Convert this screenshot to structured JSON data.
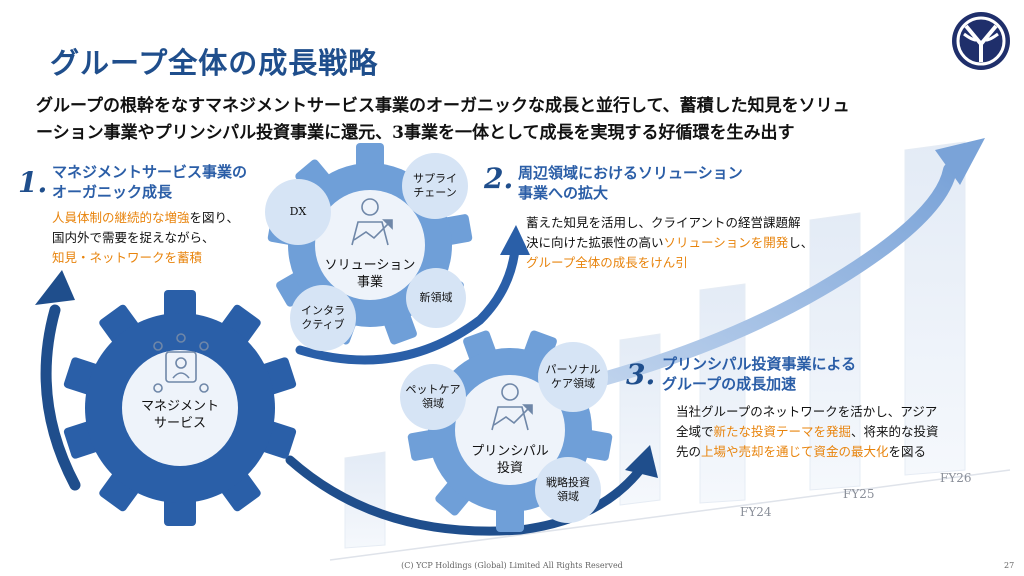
{
  "slide": {
    "title": "グループ全体の成長戦略",
    "lead_line1": "グループの根幹をなすマネジメントサービス事業のオーガニックな成長と並行して、蓄積した知見をソリュ",
    "lead_line2": "ーション事業やプリンシパル投資事業に還元、3事業を一体として成長を実現する好循環を生み出す",
    "footer": "(C) YCP Holdings (Global) Limited All Rights Reserved",
    "page_number": "27"
  },
  "sections": [
    {
      "number": "1.",
      "title_line1": "マネジメントサービス事業の",
      "title_line2": "オーガニック成長",
      "body_line1_hl": "人員体制の継続的な増強",
      "body_line1_rest": "を図り、",
      "body_line2": "国内外で需要を捉えながら、",
      "body_line3_hl": "知見・ネットワークを蓄積"
    },
    {
      "number": "2.",
      "title_line1": "周辺領域におけるソリューション",
      "title_line2": "事業への拡大",
      "body_line1": "蓄えた知見を活用し、クライアントの経営課題解",
      "body_line2_pre": "決に向けた拡張性の高い",
      "body_line2_hl": "ソリューションを開発",
      "body_line2_post": "し、",
      "body_line3_hl": "グループ全体の成長をけん引"
    },
    {
      "number": "3.",
      "title_line1": "プリンシパル投資事業による",
      "title_line2": "グループの成長加速",
      "body_line1": "当社グループのネットワークを活かし、アジア",
      "body_line2_pre": "全域で",
      "body_line2_hl": "新たな投資テーマを発掘",
      "body_line2_post": "、将来的な投資",
      "body_line3_pre": "先の",
      "body_line3_hl": "上場や売却を通じて資金の最大化",
      "body_line3_post": "を図る"
    }
  ],
  "gears": {
    "management": {
      "label_line1": "マネジメント",
      "label_line2": "サービス"
    },
    "solution": {
      "label_line1": "ソリューション",
      "label_line2": "事業",
      "satellites": {
        "dx": "DX",
        "supply_line1": "サプライ",
        "supply_line2": "チェーン",
        "new_domain": "新領域",
        "inter_line1": "インタラ",
        "inter_line2": "クティブ"
      }
    },
    "principal": {
      "label_line1": "プリンシパル",
      "label_line2": "投資",
      "satellites": {
        "pet_line1": "ペットケア",
        "pet_line2": "領域",
        "personal_line1": "パーソナル",
        "personal_line2": "ケア領域",
        "strategy_line1": "戦略投資",
        "strategy_line2": "領域"
      }
    }
  },
  "fiscal_years": [
    "FY24",
    "FY25",
    "FY26"
  ],
  "colors": {
    "title": "#1f4e8c",
    "gear_dark": "#2a5fa8",
    "gear_light": "#6f9fd8",
    "highlight": "#e8840d",
    "satellite": "#d6e4f5"
  }
}
